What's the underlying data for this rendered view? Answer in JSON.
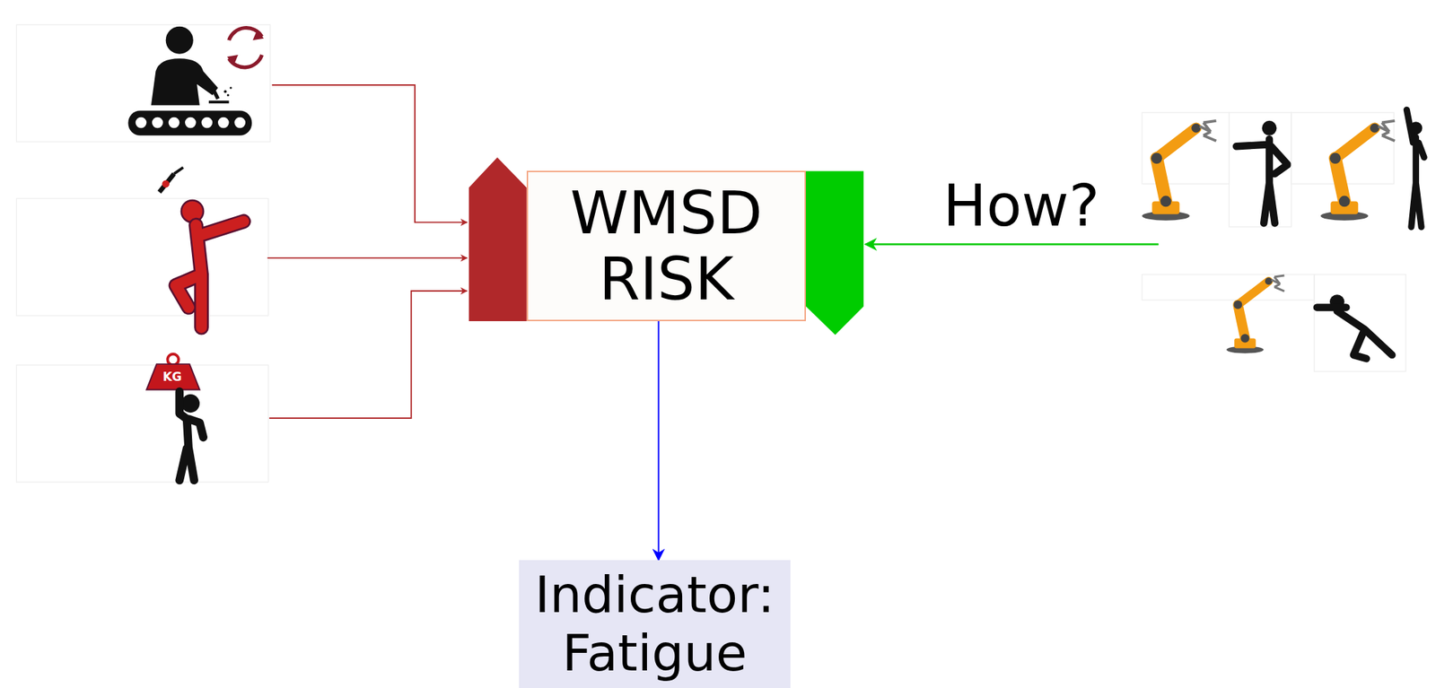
{
  "diagram": {
    "nodes": [
      {
        "text": [
          "WMSD RISK"
        ]
      },
      {
        "text": [
          "Indicator: Fatigue"
        ]
      }
    ],
    "edges": [
      {
        "from": 0,
        "to": 1,
        "arrow": "to"
      }
    ],
    "labels": [
      "KG",
      "How?"
    ]
  }
}
